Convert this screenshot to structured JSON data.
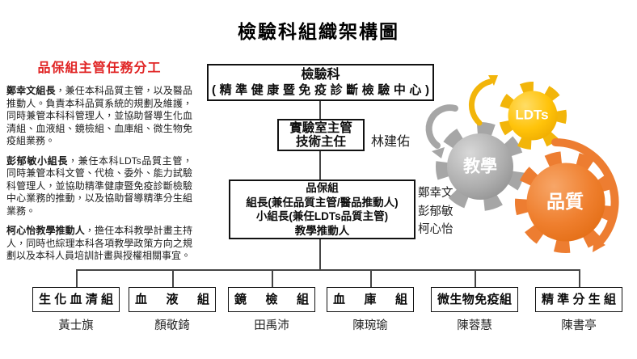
{
  "title": "檢驗科組織架構圖",
  "left_panel": {
    "heading": "品保組主管任務分工",
    "paragraphs": [
      {
        "lead": "鄭幸文組長",
        "body": "，兼任本科品質主管，以及醫品推動人。負責本科品質系統的規劃及維護，同時兼管本科科管理人，並協助督導生化血清組、血液組、鏡檢組、血庫組、微生物免疫組業務。"
      },
      {
        "lead": "彭郁敏小組長",
        "body": "，兼任本科LDTs品質主管，同時兼管本科文管、代檢、委外、能力試驗科管理人，並協助精準健康暨免疫診斷檢驗中心業務的推動，以及協助督導精準分生組業務。"
      },
      {
        "lead": "柯心怡教學推動人",
        "body": "，擔任本科教學計畫主持人，同時也綜理本科各項教學政策方向之規劃以及本科人員培訓計畫與授權相關事宜。"
      }
    ]
  },
  "org_chart": {
    "root": {
      "line1": "檢驗科",
      "line2": "(精準健康暨免疫診斷檢驗中心)"
    },
    "lab_manager": {
      "line1": "實驗室主管",
      "line2": "技術主任",
      "name": "林建佑"
    },
    "qa_group": {
      "line1": "品保組",
      "line2": "組長(兼任品質主管/醫品推動人)",
      "line3": "小組長(兼任LDTs品質主管)",
      "line4": "教學推動人",
      "names": [
        "鄭幸文",
        "彭郁敏",
        "柯心怡"
      ]
    },
    "teams": [
      {
        "label": "生化血清組",
        "name": "黃士旗"
      },
      {
        "label": "血液組",
        "name": "顏敬錡"
      },
      {
        "label": "鏡檢組",
        "name": "田禹沛"
      },
      {
        "label": "血庫組",
        "name": "陳琬瑜"
      },
      {
        "label": "微生物免疫組",
        "name": "陳蓉慧"
      },
      {
        "label": "精準分生組",
        "name": "陳書亭"
      }
    ]
  },
  "gears": [
    {
      "label": "LDTs",
      "color": "#F2B50A"
    },
    {
      "label": "教學",
      "color": "#A6A6A6"
    },
    {
      "label": "品質",
      "color": "#ED7D31"
    }
  ],
  "palette": {
    "heading_red": "#E02424",
    "connector_gray": "#454545"
  }
}
